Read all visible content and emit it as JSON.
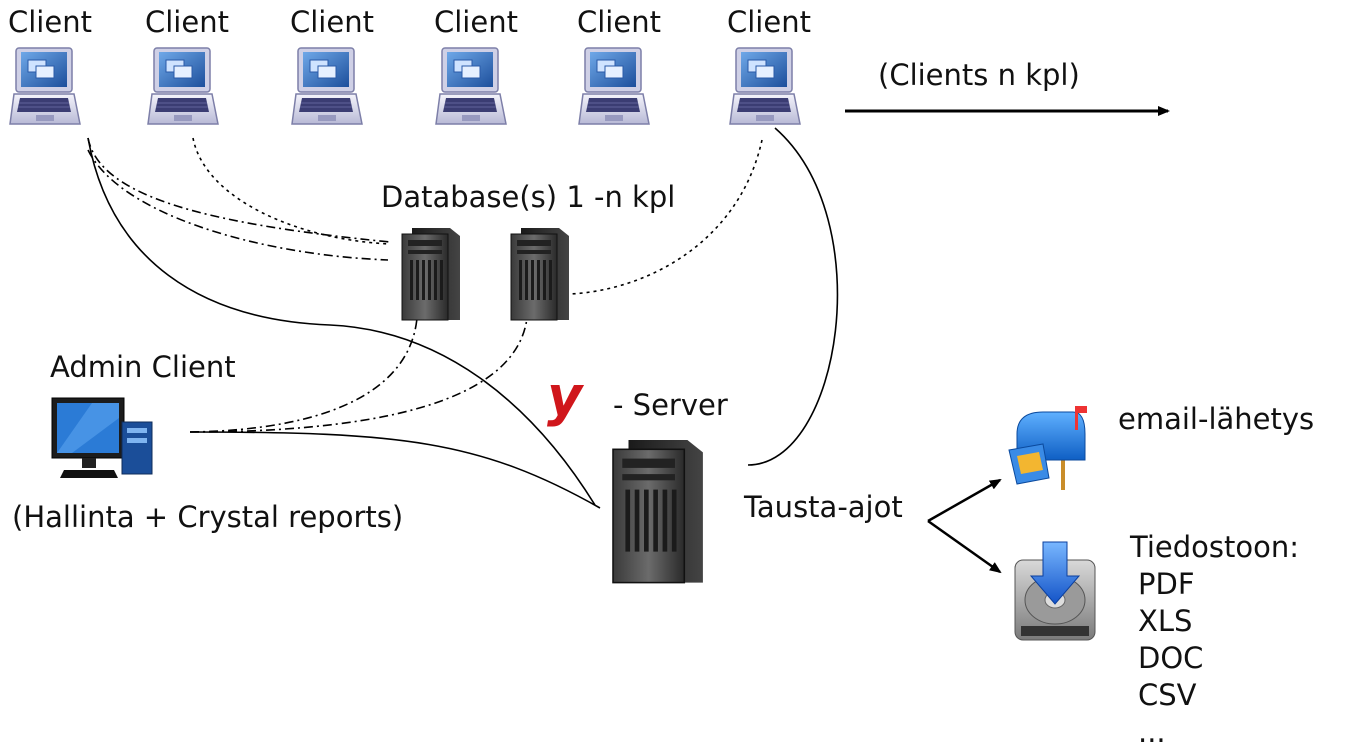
{
  "clients": {
    "labels": [
      "Client",
      "Client",
      "Client",
      "Client",
      "Client",
      "Client"
    ],
    "more_label": "(Clients n kpl)",
    "icon": "laptop-icon"
  },
  "databases": {
    "label": "Database(s) 1 -n kpl",
    "icon": "server-tower-icon"
  },
  "admin": {
    "label": "Admin Client",
    "subtitle": "(Hallinta + Crystal reports)",
    "icon": "desktop-computer-icon"
  },
  "server": {
    "logo_text": "y",
    "label": "- Server",
    "icon": "server-tower-icon",
    "logo_color": "#d0161b"
  },
  "background_jobs": {
    "label": "Tausta-ajot"
  },
  "outputs": {
    "email": {
      "label": "email-lähetys",
      "icon": "mailbox-icon"
    },
    "file": {
      "label": "Tiedostoon:",
      "icon": "hard-drive-download-icon",
      "formats": [
        "PDF",
        "XLS",
        "DOC",
        "CSV",
        "..."
      ]
    }
  }
}
